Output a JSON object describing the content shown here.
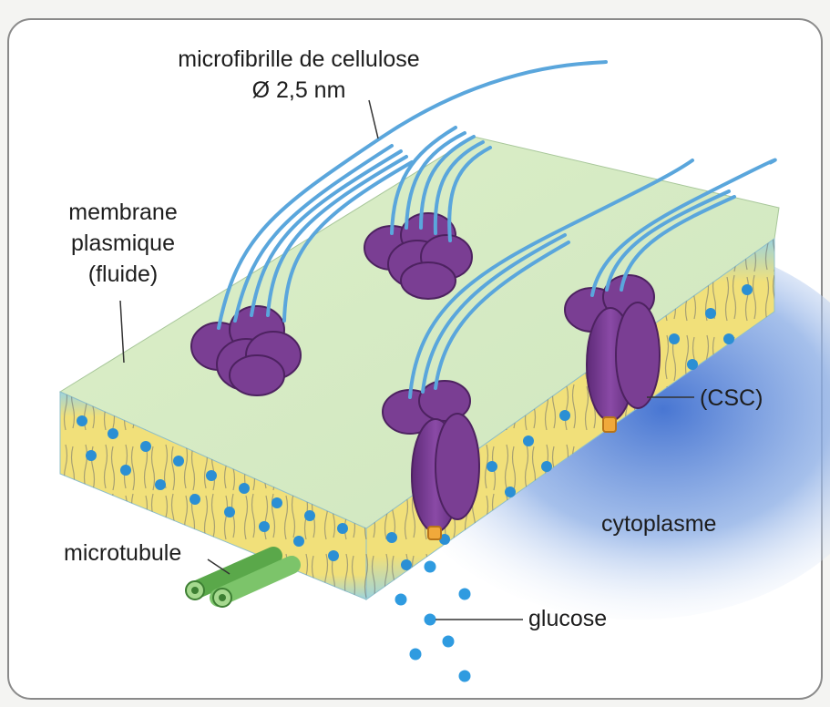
{
  "labels": {
    "microfibrille_line1": "microfibrille de cellulose",
    "microfibrille_line2": "Ø 2,5 nm",
    "membrane_line1": "membrane",
    "membrane_line2": "plasmique",
    "membrane_line3": "(fluide)",
    "csc": "(CSC)",
    "cytoplasme": "cytoplasme",
    "microtubule": "microtubule",
    "glucose": "glucose"
  },
  "colors": {
    "membrane_top": "#d7ecc4",
    "membrane_side": "#f1e07a",
    "lipid_head": "#2b8fd4",
    "cellulose": "#5aa6dc",
    "csc_complex": "#7a3e93",
    "cytoplasm": "#8fb0e6",
    "microtubule": "#7cc46a",
    "glucose": "#2f9be0"
  }
}
